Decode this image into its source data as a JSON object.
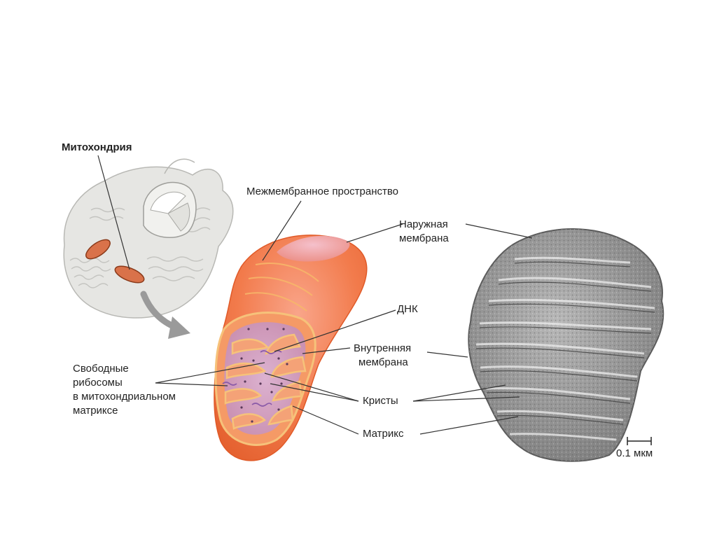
{
  "labels": {
    "mitochondrion": "Митохондрия",
    "intermembrane_space": "Межмембранное пространство",
    "outer_membrane_line1": "Наружная",
    "outer_membrane_line2": "мембрана",
    "dna": "ДНК",
    "inner_membrane_line1": "Внутренняя",
    "inner_membrane_line2": "мембрана",
    "free_ribosomes_line1": "Свободные",
    "free_ribosomes_line2": "рибосомы",
    "free_ribosomes_line3": "в митохондриальном",
    "free_ribosomes_line4": "матриксе",
    "cristae": "Кристы",
    "matrix": "Матрикс",
    "scale_bar": "0.1 мкм"
  },
  "colors": {
    "organelle_orange": "#f07a4a",
    "membrane_light": "#f6c27a",
    "matrix_purple": "#c98fb0",
    "cell_gray": "#e4e4e2",
    "micrograph_gray": "#8a8a8a",
    "leader_line": "#333333"
  }
}
